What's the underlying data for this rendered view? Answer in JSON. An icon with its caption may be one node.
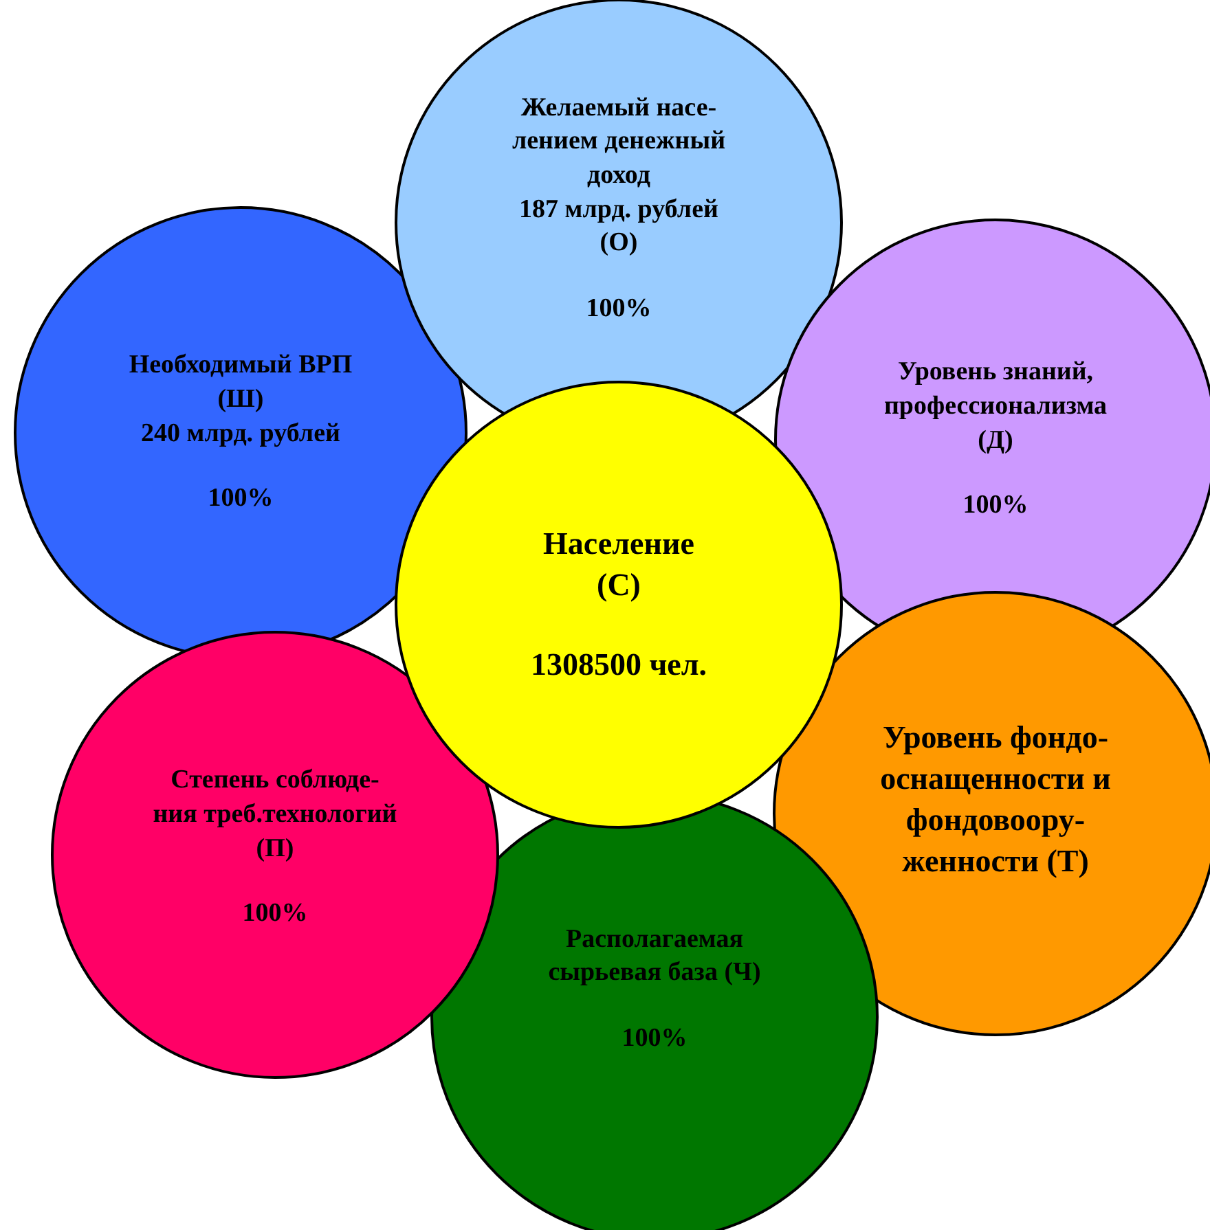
{
  "diagram": {
    "nodes": [
      {
        "text": [
          "Желаемый насе-лением денежный доход",
          "187 млрд. рублей",
          "(О)",
          "100%"
        ]
      },
      {
        "text": [
          "Необходимый ВРП",
          "(Ш)",
          "240 млрд. рублей",
          "100%"
        ]
      },
      {
        "text": [
          "Уровень знаний, профессионализма",
          "(Д)",
          "100%"
        ]
      },
      {
        "text": [
          "Население",
          "(С)",
          "1308500 чел."
        ]
      },
      {
        "text": [
          "Степень соблюде-ния треб.технологий",
          "(П)",
          "100%"
        ]
      },
      {
        "text": [
          "Уровень фондо-оснащенности и фондовоору-женности (Т)"
        ]
      },
      {
        "text": [
          "Располагаемая сырьевая база (Ч)",
          "100%"
        ]
      }
    ]
  }
}
